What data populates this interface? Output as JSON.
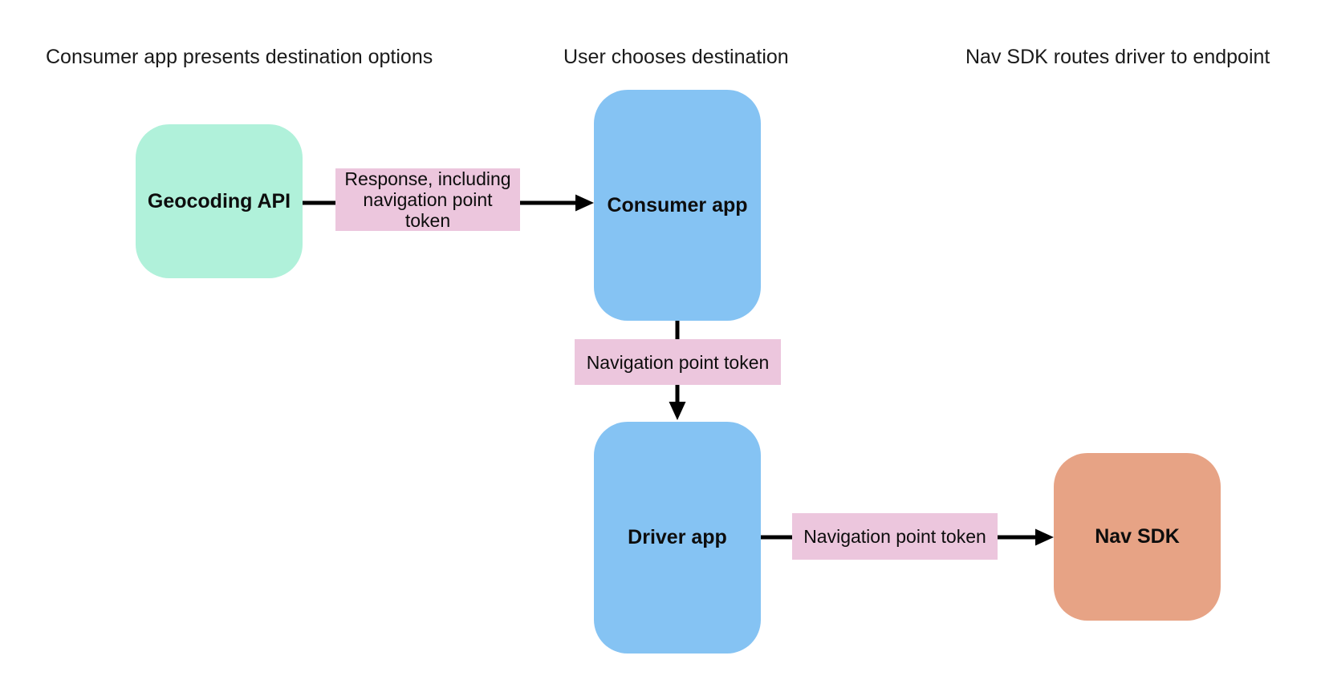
{
  "diagram": {
    "stages": [
      {
        "label": "Consumer app presents destination options"
      },
      {
        "label": "User chooses destination"
      },
      {
        "label": "Nav SDK routes driver to endpoint"
      }
    ],
    "nodes": [
      {
        "id": "geocoding-api",
        "label": "Geocoding API",
        "fill": "#B0F1DA"
      },
      {
        "id": "consumer-app",
        "label": "Consumer app",
        "fill": "#85C3F3"
      },
      {
        "id": "driver-app",
        "label": "Driver app",
        "fill": "#85C3F3"
      },
      {
        "id": "nav-sdk",
        "label": "Nav SDK",
        "fill": "#E7A385"
      }
    ],
    "edges": [
      {
        "from": "geocoding-api",
        "to": "consumer-app",
        "label": "Response, including\nnavigation point\ntoken",
        "fill": "#ECC6DD"
      },
      {
        "from": "consumer-app",
        "to": "driver-app",
        "label": "Navigation point token",
        "fill": "#ECC6DD"
      },
      {
        "from": "driver-app",
        "to": "nav-sdk",
        "label": "Navigation point token",
        "fill": "#ECC6DD"
      }
    ],
    "colors": {
      "background": "#ffffff",
      "node_green": "#B0F1DA",
      "node_blue": "#85C3F3",
      "node_orange": "#E7A385",
      "edge_label_pink": "#ECC6DD",
      "line": "#000000",
      "text": "#1a1a1a"
    }
  }
}
